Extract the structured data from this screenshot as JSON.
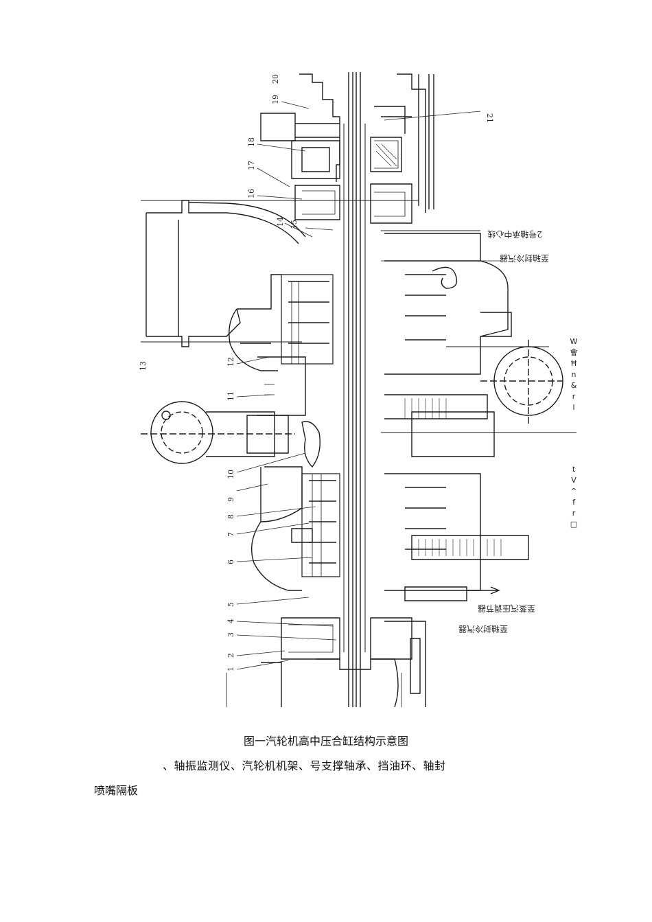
{
  "figure": {
    "part_numbers": [
      "1",
      "2",
      "3",
      "4",
      "5",
      "6",
      "7",
      "8",
      "9",
      "10",
      "11",
      "12",
      "13",
      "14",
      "15",
      "16",
      "17",
      "18",
      "19",
      "20",
      "21"
    ],
    "annotations": {
      "top_right": "2号轴承中心线",
      "right_upper": "至轴封冷汽器",
      "right_lower_a": "至蒸汽压调节器",
      "right_lower_b": "至轴封冷汽器"
    },
    "side_text_1": [
      "W",
      "會",
      "Ħ",
      "n",
      "&",
      "r",
      "l"
    ],
    "side_text_2": [
      "t",
      "V",
      "^",
      "f",
      "r",
      "□"
    ]
  },
  "caption": "图一汽轮机高中压合缸结构示意图",
  "body_line_1": "、轴振监测仪、汽轮机机架、号支撑轴承、挡油环、轴封",
  "body_line_2": "喷嘴隔板"
}
